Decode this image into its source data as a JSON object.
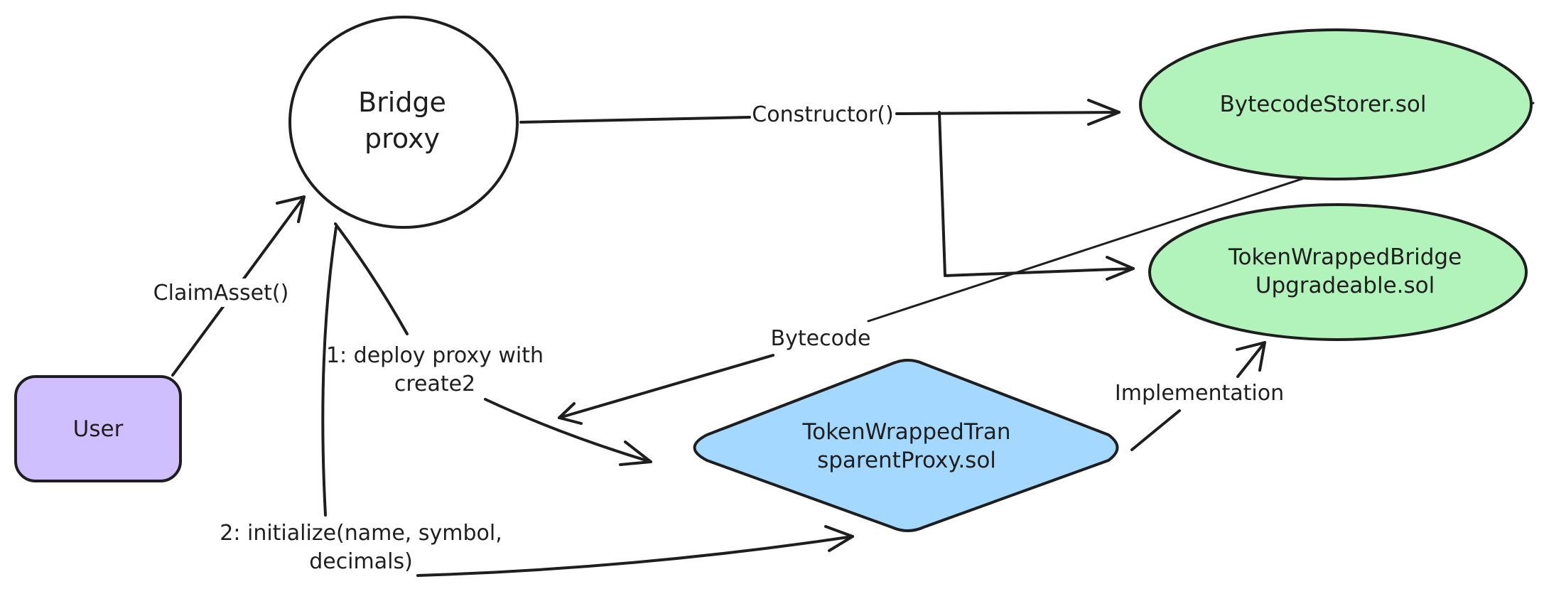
{
  "nodes": {
    "bridge_proxy": {
      "lines": [
        "Bridge",
        "proxy"
      ]
    },
    "user": {
      "label": "User",
      "color": "#d0bfff"
    },
    "bytecode_storer": {
      "label": "BytecodeStorer.sol",
      "color": "#b2f2bb"
    },
    "token_wrapped_bridge": {
      "lines": [
        "TokenWrappedBridge",
        "Upgradeable.sol"
      ],
      "color": "#b2f2bb"
    },
    "token_wrapped_proxy": {
      "lines": [
        "TokenWrappedTran",
        "sparentProxy.sol"
      ],
      "color": "#a5d8ff"
    }
  },
  "edges": {
    "claim_asset": "ClaimAsset()",
    "constructor": "Constructor()",
    "bytecode": "Bytecode",
    "deploy_proxy": [
      "1: deploy proxy with",
      "create2"
    ],
    "initialize": [
      "2: initialize(name, symbol,",
      "decimals)"
    ],
    "implementation": "Implementation"
  }
}
